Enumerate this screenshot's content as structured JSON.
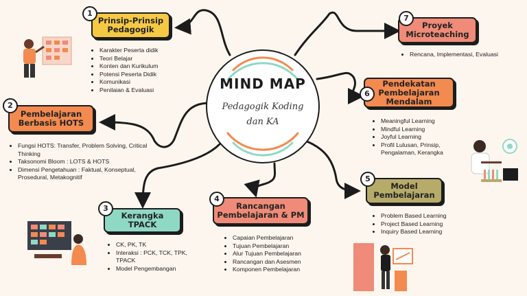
{
  "center": {
    "title": "MIND MAP",
    "subtitle_line1": "Pedagogik Koding",
    "subtitle_line2": "dan KA"
  },
  "colors": {
    "background": "#fdf6ef",
    "yellow": "#f6c945",
    "orange": "#f38a4f",
    "teal": "#8fd9c4",
    "salmon": "#ef8b78",
    "olive": "#b6ab69",
    "line": "#1c1c1c"
  },
  "nodes": [
    {
      "number": "1",
      "line1": "Prinsip-Prinsip",
      "line2": "Pedagogik",
      "color": "yellow",
      "items": [
        "Karakter Peserta didik",
        "Teori Belajar",
        "Konten dan Kurikulum",
        "Potensi Peserta Didik",
        "Komunikasi",
        "Penilaian & Evaluasi"
      ]
    },
    {
      "number": "2",
      "line1": "Pembelajaran",
      "line2": "Berbasis HOTS",
      "color": "orange",
      "items": [
        "Fungsi HOTS: Transfer, Problem Solving, Critical Thinking",
        "Taksonomi Bloom : LOTS & HOTS",
        "Dimensi Pengetahuan : Faktual, Konseptual, Prosedural, Metakognitif"
      ]
    },
    {
      "number": "3",
      "line1": "Kerangka",
      "line2": "TPACK",
      "color": "teal",
      "items": [
        "CK, PK, TK",
        "Interaksi : PCK, TCK, TPK, TPACK",
        "Model Pengembangan"
      ]
    },
    {
      "number": "4",
      "line1": "Rancangan",
      "line2": "Pembelajaran & PM",
      "color": "salmon",
      "items": [
        "Capaian Pembelajaran",
        "Tujuan Pembelajaran",
        "Alur Tujuan Pembelajaran",
        "Rancangan dan Asesmen",
        "Komponen Pembelajaran"
      ]
    },
    {
      "number": "5",
      "line1": "Model",
      "line2": "Pembelajaran",
      "color": "olive",
      "items": [
        "Problem Based Learning",
        "Project Based Learning",
        "Inquiry Based Learning"
      ]
    },
    {
      "number": "6",
      "line1": "Pendekatan",
      "line2": "Pembelajaran",
      "line3": "Mendalam",
      "color": "orange",
      "items": [
        "Meaningful Learning",
        "Mindful Learning",
        "Joyful Learning",
        "Profil Lulusan, Prinsip, Pengalaman, Kerangka"
      ]
    },
    {
      "number": "7",
      "line1": "Proyek",
      "line2": "Microteaching",
      "color": "salmon",
      "items": [
        "Rencana, Implementasi, Evaluasi"
      ]
    }
  ]
}
